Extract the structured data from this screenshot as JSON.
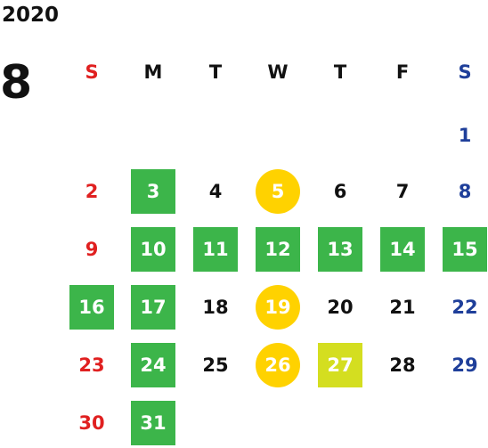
{
  "calendar": {
    "year": "2020",
    "month": "8",
    "weekdays": [
      "S",
      "M",
      "T",
      "W",
      "T",
      "F",
      "S"
    ],
    "colors": {
      "sunday": "#e02020",
      "saturday": "#1f3f9a",
      "green_highlight": "#3cb54a",
      "lime_highlight": "#d4de20",
      "yellow_circle": "#ffd200"
    },
    "weeks": [
      [
        null,
        null,
        null,
        null,
        null,
        null,
        {
          "day": "1",
          "style": "none"
        }
      ],
      [
        {
          "day": "2",
          "style": "none"
        },
        {
          "day": "3",
          "style": "green"
        },
        {
          "day": "4",
          "style": "none"
        },
        {
          "day": "5",
          "style": "circle"
        },
        {
          "day": "6",
          "style": "none"
        },
        {
          "day": "7",
          "style": "none"
        },
        {
          "day": "8",
          "style": "none"
        }
      ],
      [
        {
          "day": "9",
          "style": "none"
        },
        {
          "day": "10",
          "style": "green"
        },
        {
          "day": "11",
          "style": "green"
        },
        {
          "day": "12",
          "style": "green"
        },
        {
          "day": "13",
          "style": "green"
        },
        {
          "day": "14",
          "style": "green"
        },
        {
          "day": "15",
          "style": "green"
        }
      ],
      [
        {
          "day": "16",
          "style": "green"
        },
        {
          "day": "17",
          "style": "green"
        },
        {
          "day": "18",
          "style": "none"
        },
        {
          "day": "19",
          "style": "circle"
        },
        {
          "day": "20",
          "style": "none"
        },
        {
          "day": "21",
          "style": "none"
        },
        {
          "day": "22",
          "style": "none"
        }
      ],
      [
        {
          "day": "23",
          "style": "none"
        },
        {
          "day": "24",
          "style": "green"
        },
        {
          "day": "25",
          "style": "none"
        },
        {
          "day": "26",
          "style": "circle"
        },
        {
          "day": "27",
          "style": "lime"
        },
        {
          "day": "28",
          "style": "none"
        },
        {
          "day": "29",
          "style": "none"
        }
      ],
      [
        {
          "day": "30",
          "style": "none"
        },
        {
          "day": "31",
          "style": "green"
        },
        null,
        null,
        null,
        null,
        null
      ]
    ]
  }
}
